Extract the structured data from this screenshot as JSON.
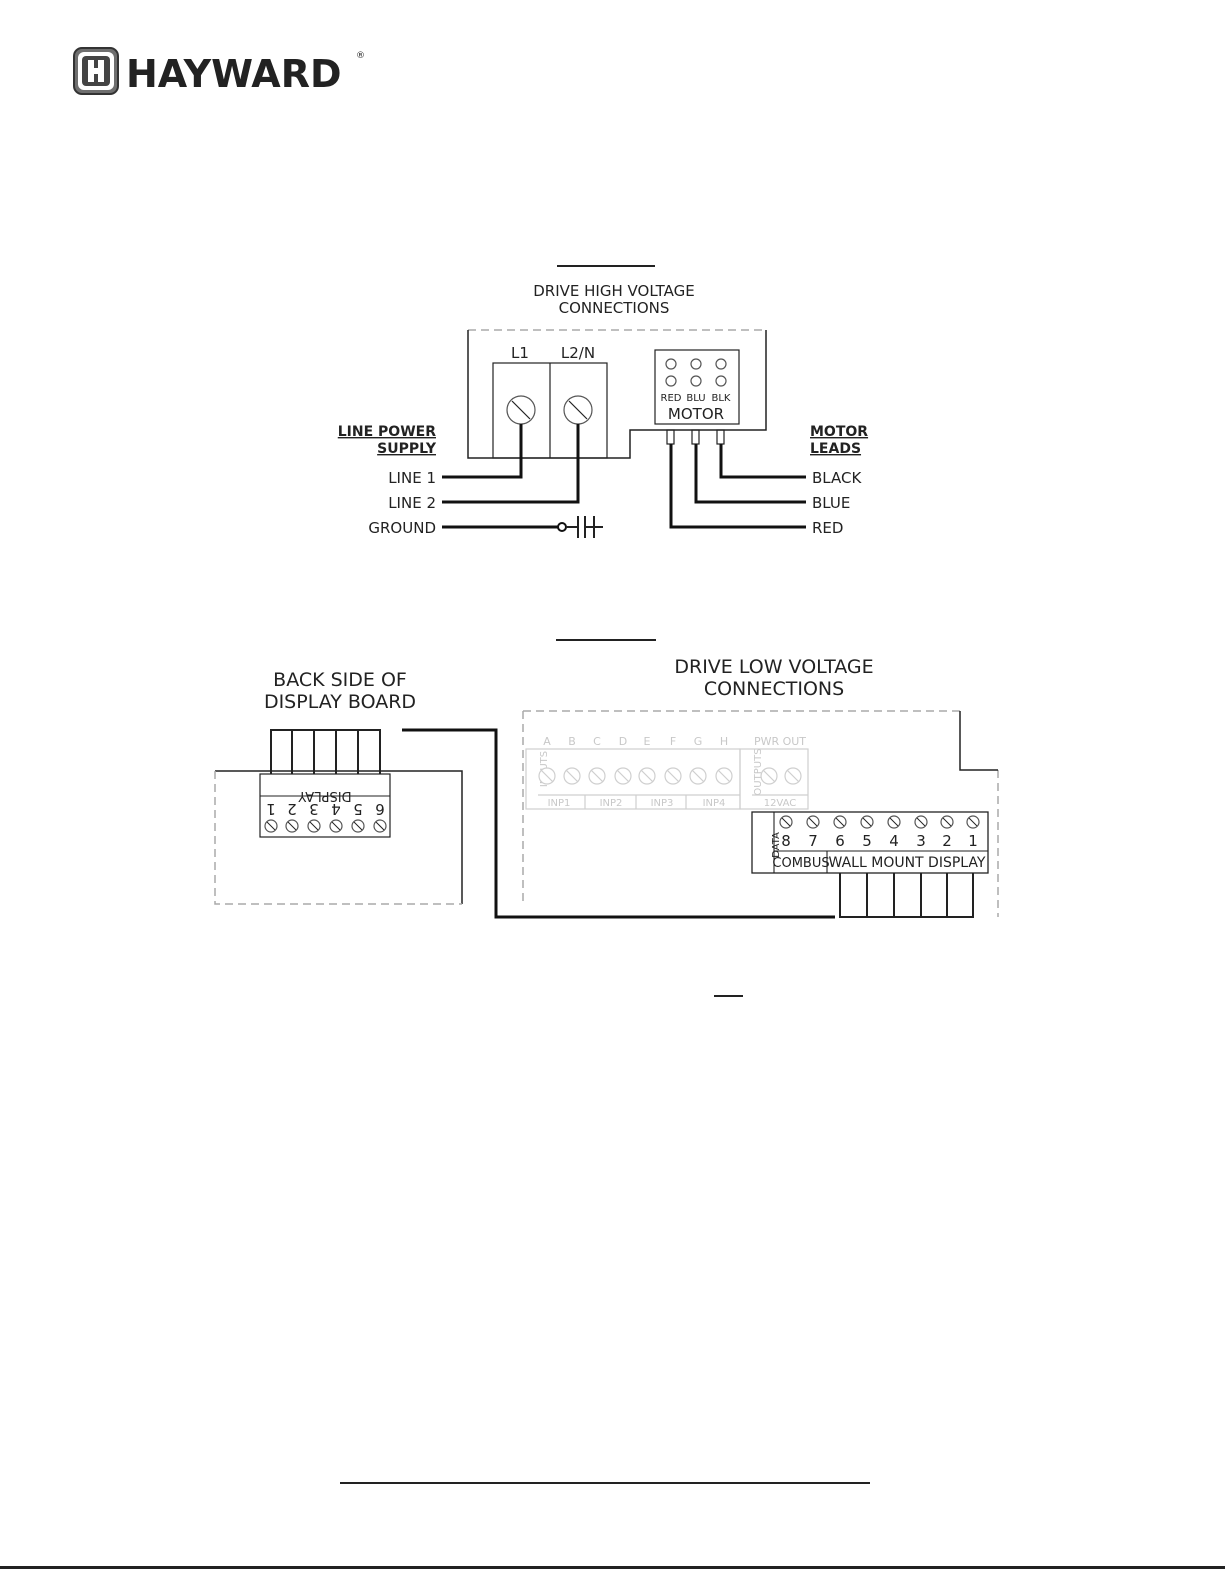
{
  "brand": {
    "name": "HAYWARD",
    "registered": "®"
  },
  "high_voltage": {
    "title_line1": "DRIVE HIGH VOLTAGE",
    "title_line2": "CONNECTIONS",
    "terminal_l1": "L1",
    "terminal_l2": "L2/N",
    "motor_block": {
      "labels": [
        "RED",
        "BLU",
        "BLK"
      ],
      "title": "MOTOR"
    },
    "line_power": {
      "heading_line1": "LINE POWER",
      "heading_line2": "SUPPLY",
      "wires": [
        "LINE 1",
        "LINE 2",
        "GROUND"
      ]
    },
    "motor_leads": {
      "heading_line1": "MOTOR",
      "heading_line2": "LEADS",
      "wires": [
        "BLACK",
        "BLUE",
        "RED"
      ]
    }
  },
  "low_voltage": {
    "title_line1": "DRIVE LOW VOLTAGE",
    "title_line2": "CONNECTIONS",
    "display_board_line1": "BACK SIDE OF",
    "display_board_line2": "DISPLAY BOARD",
    "display_label": "DISPLAY",
    "display_pins": [
      "1",
      "2",
      "3",
      "4",
      "5",
      "6"
    ],
    "inputs_label": "INPUTS",
    "input_letters": [
      "A",
      "B",
      "C",
      "D",
      "E",
      "F",
      "G",
      "H"
    ],
    "input_groups": [
      "INP1",
      "INP2",
      "INP3",
      "INP4"
    ],
    "outputs_label": "OUTPUTS",
    "pwr_out": "PWR OUT",
    "vac": "12VAC",
    "data_label": "DATA",
    "combus_pins": [
      "8",
      "7"
    ],
    "combus_label": "COMBUS",
    "wall_pins": [
      "6",
      "5",
      "4",
      "3",
      "2",
      "1"
    ],
    "wall_label": "WALL MOUNT DISPLAY"
  }
}
